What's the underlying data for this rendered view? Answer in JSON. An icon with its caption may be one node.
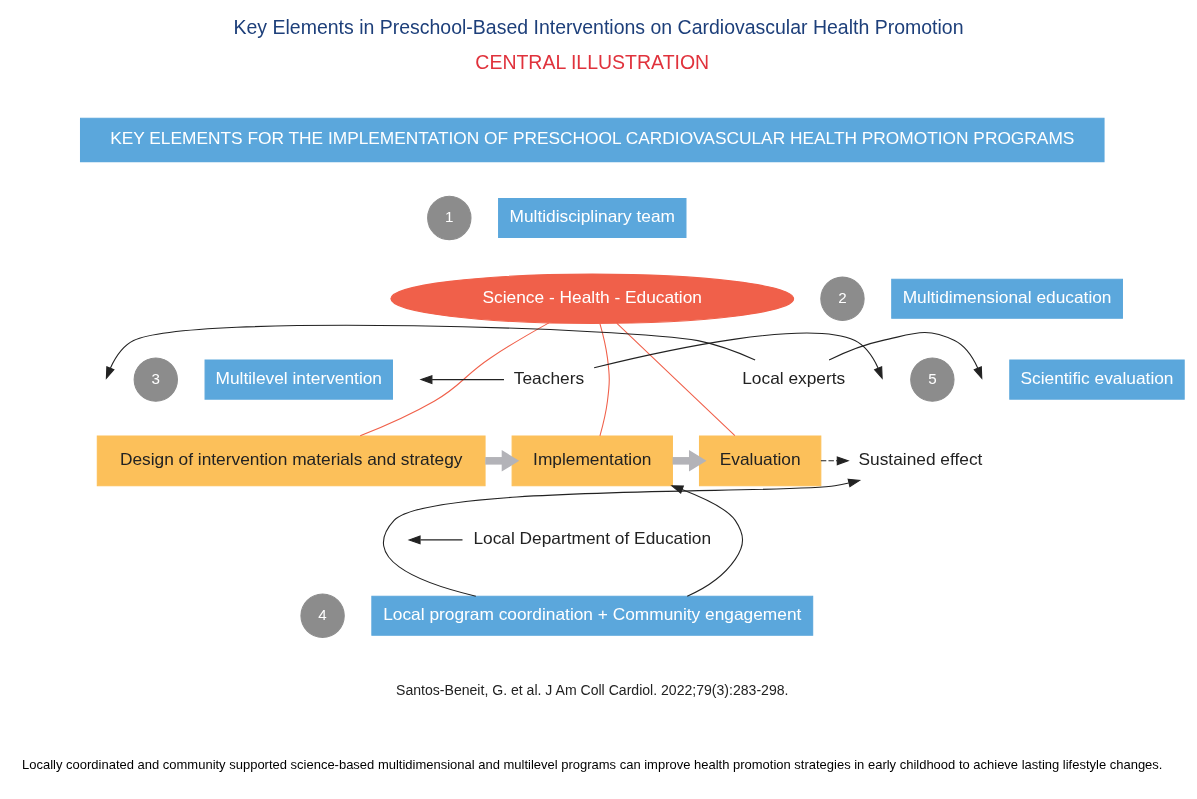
{
  "diagram": {
    "title": "Key Elements in Preschool-Based Interventions on Cardiovascular Health Promotion",
    "caption": "Locally coordinated and community supported science-based multidimensional and multilevel programs can improve health promotion strategies in early childhood to achieve lasting lifestyle changes.",
    "nodes": [
      {
        "text": [
          "KEY ELEMENTS FOR THE IMPLEMENTATION OF PRESCHOOL CARDIOVASCULAR HEALTH PROMOTION PROGRAMS"
        ]
      },
      {
        "text": [
          "1"
        ]
      },
      {
        "text": [
          "Multidisciplinary team"
        ]
      },
      {
        "text": [
          "Science - Health - Education"
        ]
      },
      {
        "text": [
          "2"
        ]
      },
      {
        "text": [
          "Multidimensional education"
        ]
      },
      {
        "text": [
          "3"
        ]
      },
      {
        "text": [
          "Multilevel intervention"
        ]
      },
      {
        "text": [
          "Teachers"
        ]
      },
      {
        "text": [
          "Local experts"
        ]
      },
      {
        "text": [
          "5"
        ]
      },
      {
        "text": [
          "Scientific evaluation"
        ]
      },
      {
        "text": [
          "Design of intervention materials and strategy"
        ]
      },
      {
        "text": [
          "Implementation"
        ]
      },
      {
        "text": [
          "Evaluation"
        ]
      },
      {
        "text": [
          "Sustained effect"
        ]
      },
      {
        "text": [
          "Local Department of Education"
        ]
      },
      {
        "text": [
          "4"
        ]
      },
      {
        "text": [
          "Local program coordination + Community engagement"
        ]
      }
    ],
    "edges": [
      {
        "from": 3,
        "to": 12,
        "arrow": "none",
        "color": "#f0604a"
      },
      {
        "from": 3,
        "to": 13,
        "arrow": "none",
        "color": "#f0604a"
      },
      {
        "from": 3,
        "to": 14,
        "arrow": "none",
        "color": "#f0604a"
      },
      {
        "from": 8,
        "to": null,
        "arrow": "to"
      },
      {
        "from": 8,
        "to": null,
        "arrow": "to"
      },
      {
        "from": 9,
        "to": null,
        "arrow": "to"
      },
      {
        "from": 9,
        "to": null,
        "arrow": "to"
      },
      {
        "from": 12,
        "to": 13,
        "arrow": "to",
        "style": "thick",
        "color": "#b3b3b8"
      },
      {
        "from": 13,
        "to": 14,
        "arrow": "to",
        "style": "thick",
        "color": "#b3b3b8"
      },
      {
        "from": 14,
        "to": 15,
        "arrow": "to",
        "style": "dashed"
      },
      {
        "from": 16,
        "to": null,
        "arrow": "to"
      },
      {
        "from": 18,
        "to": 13,
        "arrow": "to"
      },
      {
        "from": 18,
        "to": 15,
        "arrow": "to"
      }
    ],
    "labels": [
      "CENTRAL ILLUSTRATION",
      "Santos-Beneit, G. et al. J Am Coll Cardiol. 2022;79(3):283-298."
    ]
  }
}
